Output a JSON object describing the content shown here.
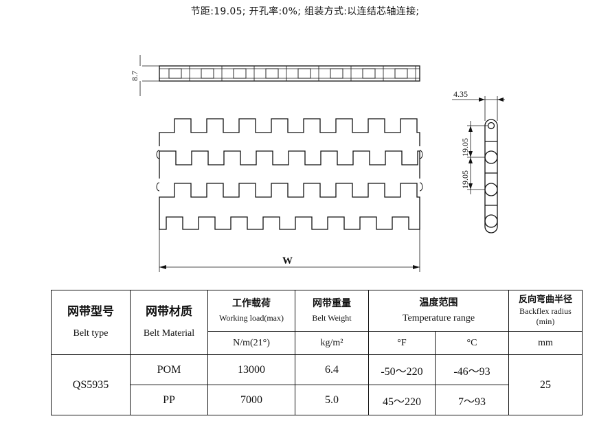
{
  "spec_line": "节距:19.05; 开孔率:0%; 组装方式:以连结芯轴连接;",
  "drawing": {
    "dim_thickness": "8.7",
    "dim_width": "W",
    "dim_side_top": "4.35",
    "dim_side_pitch_1": "19.05",
    "dim_side_pitch_2": "19.05"
  },
  "table": {
    "col_model_zh": "网带型号",
    "col_model_en": "Belt type",
    "col_material_zh": "网带材质",
    "col_material_en": "Belt Material",
    "col_load_zh": "工作载荷",
    "col_load_en": "Working load(max)",
    "col_load_unit": "N/m(21°)",
    "col_weight_zh": "网带重量",
    "col_weight_en": "Belt Weight",
    "col_weight_unit": "kg/m²",
    "col_temp_zh": "温度范围",
    "col_temp_en": "Temperature range",
    "col_temp_f": "°F",
    "col_temp_c": "°C",
    "col_radius_zh": "反向弯曲半径",
    "col_radius_en": "Backflex radius",
    "col_radius_en2": "(min)",
    "col_radius_unit": "mm",
    "model": "QS5935",
    "radius": "25",
    "rows": [
      {
        "material": "POM",
        "load": "13000",
        "weight": "6.4",
        "temp_f": "-50～220",
        "temp_c": "-46～93"
      },
      {
        "material": "PP",
        "load": "7000",
        "weight": "5.0",
        "temp_f": "45～220",
        "temp_c": "7～93"
      }
    ]
  }
}
